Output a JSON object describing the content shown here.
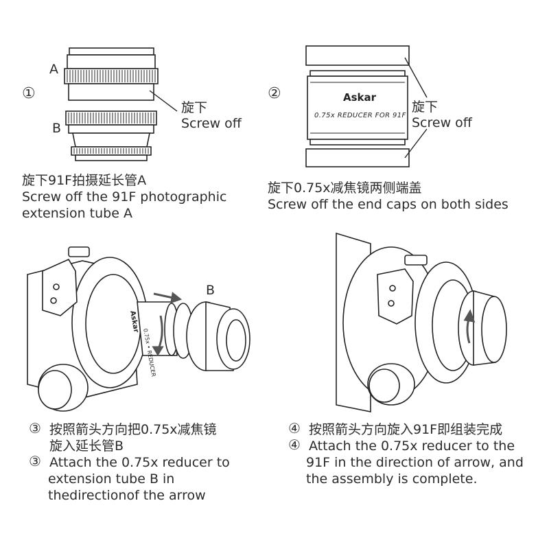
{
  "step1": {
    "number": "①",
    "part_a": "A",
    "part_b": "B",
    "callout_cn": "旋下",
    "callout_en": "Screw off",
    "caption_cn": "旋下91F拍摄延长管A",
    "caption_en_1": "Screw off the 91F photographic",
    "caption_en_2": "extension tube A"
  },
  "step2": {
    "number": "②",
    "brand": "Askar",
    "product_label": "0.75x REDUCER FOR 91F",
    "callout_cn": "旋下",
    "callout_en": "Screw off",
    "caption_cn": "旋下0.75x减焦镜两侧端盖",
    "caption_en": "Screw off the end caps on both sides"
  },
  "step3": {
    "part_b": "B",
    "reducer_brand": "Askar",
    "reducer_label": "0.75x • REDUCER",
    "number": "③",
    "caption_cn_1": "按照箭头方向把0.75x减焦镜",
    "caption_cn_2": "旋入延长管B",
    "caption_en_1": "Attach the 0.75x reducer to",
    "caption_en_2": "extension tube B in",
    "caption_en_3": "thedirectionof the arrow"
  },
  "step4": {
    "number": "④",
    "caption_cn": "按照箭头方向旋入91F即组装完成",
    "caption_en_1": "Attach the 0.75x reducer to the",
    "caption_en_2": "91F in the direction of arrow, and",
    "caption_en_3": "the assembly is complete."
  }
}
